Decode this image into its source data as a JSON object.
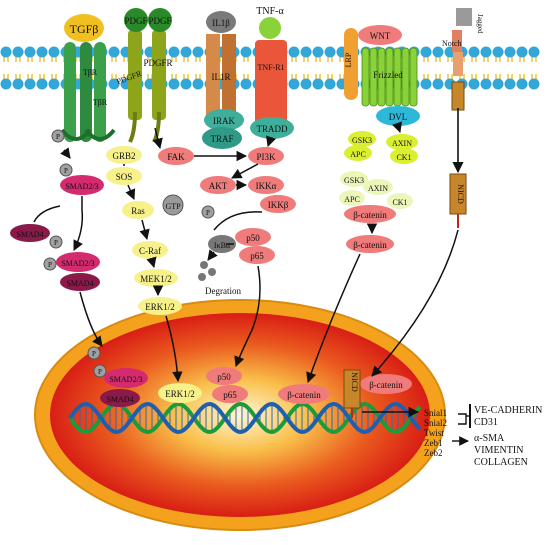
{
  "labels": {
    "tgfb": "TGFβ",
    "tgfbr_1": "TβR",
    "tgfbr_2": "TβR",
    "pdgf_1": "PDGF",
    "pdgf_2": "PDGF",
    "pdgfr_1": "PDGFR",
    "pdgfr_2": "PDGFR",
    "il1b": "IL1β",
    "il1r": "IL1R",
    "tnfa": "TNF-α",
    "tnfr1": "TNF-R1",
    "wnt": "WNT",
    "lrp": "LRP",
    "frizzled": "Frizzled",
    "jagged": "Jagged",
    "notch": "Notch",
    "p": "P",
    "smad23": "SMAD2/3",
    "smad4": "SMAD4",
    "grb2": "GRB2",
    "sos": "SOS",
    "ras": "Ras",
    "gtp": "GTP",
    "craf": "C-Raf",
    "mek": "MEK1/2",
    "erk": "ERK1/2",
    "fak": "FAK",
    "irak": "IRAK",
    "traf": "TRAF",
    "tradd": "TRADD",
    "pi3k": "PI3K",
    "akt": "AKT",
    "ikka": "IKKα",
    "ikkb": "IKKβ",
    "ikba": "IκBα",
    "p50": "p50",
    "p65": "p65",
    "degration": "Degration",
    "dvl": "DVL",
    "gsk3": "GSK3",
    "apc": "APC",
    "axin": "AXIN",
    "ck1": "CK1",
    "bcatenin": "β-catenin",
    "nicd": "NICD",
    "snail1": "Snial1",
    "snail2": "Snial2",
    "twist": "Twist",
    "zeb1": "Zeb1",
    "zeb2": "Zeb2",
    "vecad": "VE-CADHERIN",
    "cd31": "CD31",
    "asma": "α-SMA",
    "vimentin": "VIMENTIN",
    "collagen": "COLLAGEN"
  },
  "colors": {
    "membrane_head": "#33a8d8",
    "membrane_line": "#f0c020",
    "nucleus_outer": "#f4a21e",
    "nucleus_inner": "#e4251b",
    "smad": "#d42a6e",
    "kinase_pink": "#ef7b7b",
    "yellow_node": "#f6f18a",
    "irak_teal": "#3fae9a",
    "frizzled_green": "#8ad23a",
    "dna_green": "#1f9a3a",
    "dna_blue": "#1f5fb0",
    "nicd_brown": "#c8862a"
  }
}
